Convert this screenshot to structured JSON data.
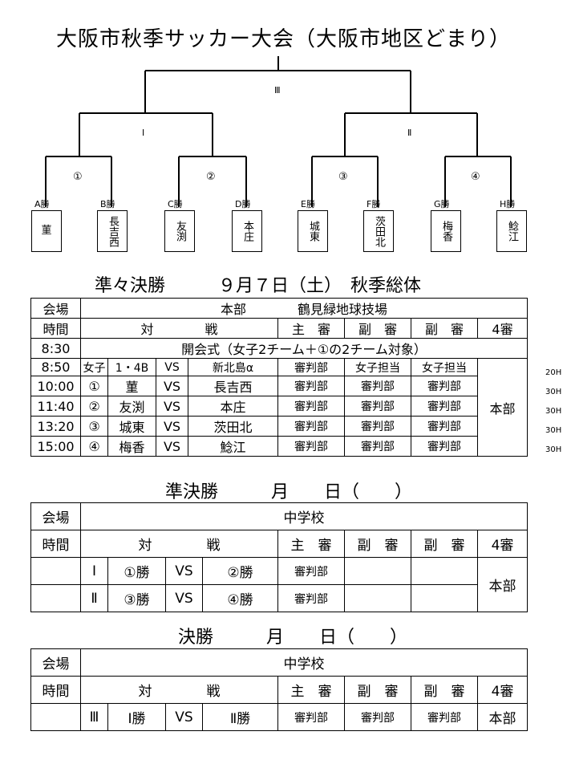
{
  "title": "大阪市秋季サッカー大会（大阪市地区どまり）",
  "bracket": {
    "round3_label": "Ⅲ",
    "round2_labels": [
      "Ⅰ",
      "Ⅱ"
    ],
    "match_labels": [
      "①",
      "②",
      "③",
      "④"
    ],
    "slot_labels": [
      "A勝",
      "B勝",
      "C勝",
      "D勝",
      "E勝",
      "F勝",
      "G勝",
      "H勝"
    ],
    "teams": [
      "菫",
      "長吉西",
      "友渕",
      "本庄",
      "城東",
      "茨田北",
      "梅香",
      "鯰江"
    ]
  },
  "quarterfinal": {
    "heading": "準々決勝　　　９月７日（土）　秋季総体",
    "venue_label": "会場",
    "venue": "本部　　　　鶴見緑地球技場",
    "time_label": "時間",
    "match_header": "対　　　　戦",
    "referee_headers": [
      "主　審",
      "副　審",
      "副　審",
      "4審"
    ],
    "opening_time": "8:30",
    "opening_text": "開会式（女子2チーム＋①の2チーム対象）",
    "rows": [
      {
        "time": "8:50",
        "no": "女子",
        "a": "1・4B",
        "vs": "VS",
        "b": "新北島α",
        "r1": "審判部",
        "r2": "女子担当",
        "r3": "女子担当",
        "side": "20H"
      },
      {
        "time": "10:00",
        "no": "①",
        "a": "菫",
        "vs": "VS",
        "b": "長吉西",
        "r1": "審判部",
        "r2": "審判部",
        "r3": "審判部",
        "side": "30H"
      },
      {
        "time": "11:40",
        "no": "②",
        "a": "友渕",
        "vs": "VS",
        "b": "本庄",
        "r1": "審判部",
        "r2": "審判部",
        "r3": "審判部",
        "side": "30H"
      },
      {
        "time": "13:20",
        "no": "③",
        "a": "城東",
        "vs": "VS",
        "b": "茨田北",
        "r1": "審判部",
        "r2": "審判部",
        "r3": "審判部",
        "side": "30H"
      },
      {
        "time": "15:00",
        "no": "④",
        "a": "梅香",
        "vs": "VS",
        "b": "鯰江",
        "r1": "審判部",
        "r2": "審判部",
        "r3": "審判部",
        "side": "30H"
      }
    ],
    "fourth_ref": "本部"
  },
  "semifinal": {
    "heading": "準決勝　　　月　　日（　　）",
    "venue_label": "会場",
    "venue": "中学校",
    "time_label": "時間",
    "match_header": "対　　　　戦",
    "referee_headers": [
      "主　審",
      "副　審",
      "副　審",
      "4審"
    ],
    "rows": [
      {
        "no": "Ⅰ",
        "a": "①勝",
        "vs": "VS",
        "b": "②勝",
        "r1": "審判部"
      },
      {
        "no": "Ⅱ",
        "a": "③勝",
        "vs": "VS",
        "b": "④勝",
        "r1": "審判部"
      }
    ],
    "fourth_ref": "本部"
  },
  "final": {
    "heading": "決勝　　　月　　日（　　）",
    "venue_label": "会場",
    "venue": "中学校",
    "time_label": "時間",
    "match_header": "対　　　　戦",
    "referee_headers": [
      "主　審",
      "副　審",
      "副　審",
      "4審"
    ],
    "row": {
      "no": "Ⅲ",
      "a": "Ⅰ勝",
      "vs": "VS",
      "b": "Ⅱ勝",
      "r1": "審判部",
      "r2": "審判部",
      "r3": "審判部",
      "r4": "本部"
    }
  }
}
